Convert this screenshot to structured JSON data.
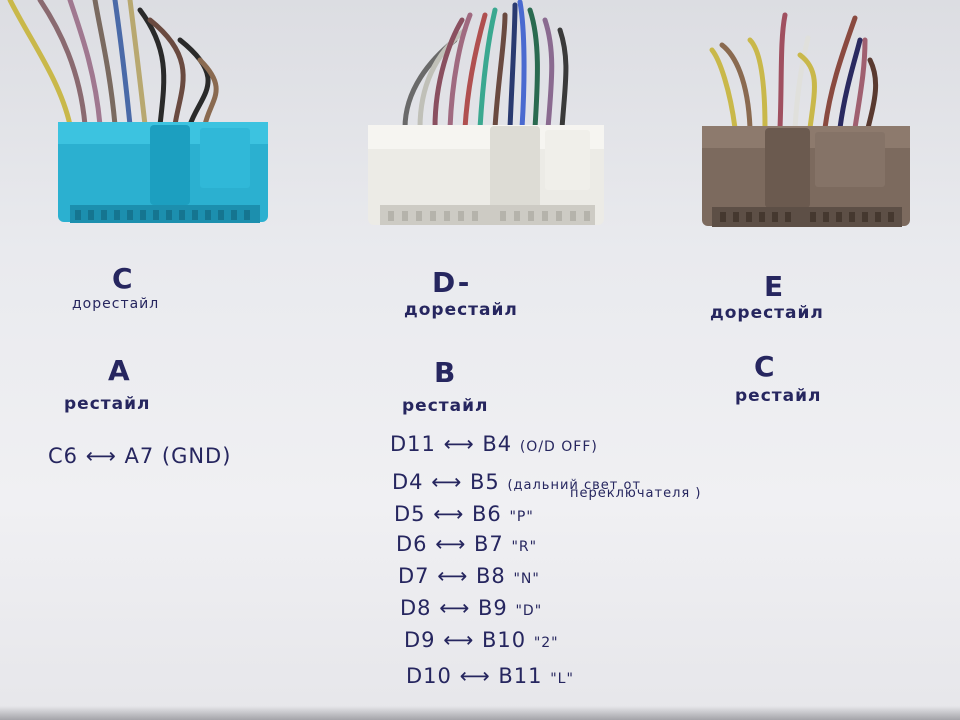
{
  "connectors": [
    {
      "id": "C",
      "label": "C",
      "sub": "дорестайл",
      "color": "#2bb0d0",
      "shade": "#1c8fae"
    },
    {
      "id": "D",
      "label": "D-",
      "sub": "дорестайл",
      "color": "#ecebe6",
      "shade": "#cdcbc4"
    },
    {
      "id": "E",
      "label": "E",
      "sub": "дорестайл",
      "color": "#7c6a5e",
      "shade": "#5d4f46"
    }
  ],
  "restyle": [
    {
      "label": "A",
      "sub": "рестайл"
    },
    {
      "label": "B",
      "sub": "рестайл"
    },
    {
      "label": "C",
      "sub": "рестайл"
    }
  ],
  "left_mapping": "C6 ⟷ A7 (GND)",
  "mappings": [
    {
      "from": "D11",
      "to": "B4",
      "note": "(O/D OFF)"
    },
    {
      "from": "D4",
      "to": "B5",
      "note": "(дальний свет от",
      "note2": "переключателя )"
    },
    {
      "from": "D5",
      "to": "B6",
      "note": "\"P\""
    },
    {
      "from": "D6",
      "to": "B7",
      "note": "\"R\""
    },
    {
      "from": "D7",
      "to": "B8",
      "note": "\"N\""
    },
    {
      "from": "D8",
      "to": "B9",
      "note": "\"D\""
    },
    {
      "from": "D9",
      "to": "B10",
      "note": "\"2\""
    },
    {
      "from": "D10",
      "to": "B11",
      "note": "\"L\""
    }
  ]
}
